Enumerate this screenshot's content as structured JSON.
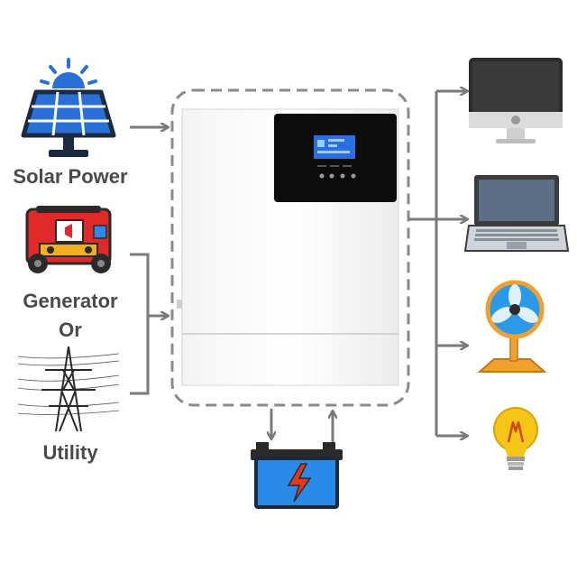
{
  "labels": {
    "solar": "Solar Power",
    "generator": "Generator",
    "or": "Or",
    "utility": "Utility"
  },
  "icons": {
    "solar": "solar-panel-icon",
    "generator": "generator-icon",
    "utility": "power-tower-icon",
    "inverter": "hybrid-inverter",
    "battery": "battery-icon",
    "monitor": "monitor-icon",
    "laptop": "laptop-icon",
    "fan": "fan-icon",
    "bulb": "light-bulb-icon"
  },
  "colors": {
    "arrow": "#7a7a7a",
    "dashed_border": "#8a8a8a",
    "solar_blue": "#2a6fd6",
    "generator_red": "#e02a2a",
    "battery_blue": "#2a8ae8",
    "fan_blue": "#2a9ae8",
    "fan_orange": "#f0a030",
    "bulb_yellow": "#f5c518"
  }
}
